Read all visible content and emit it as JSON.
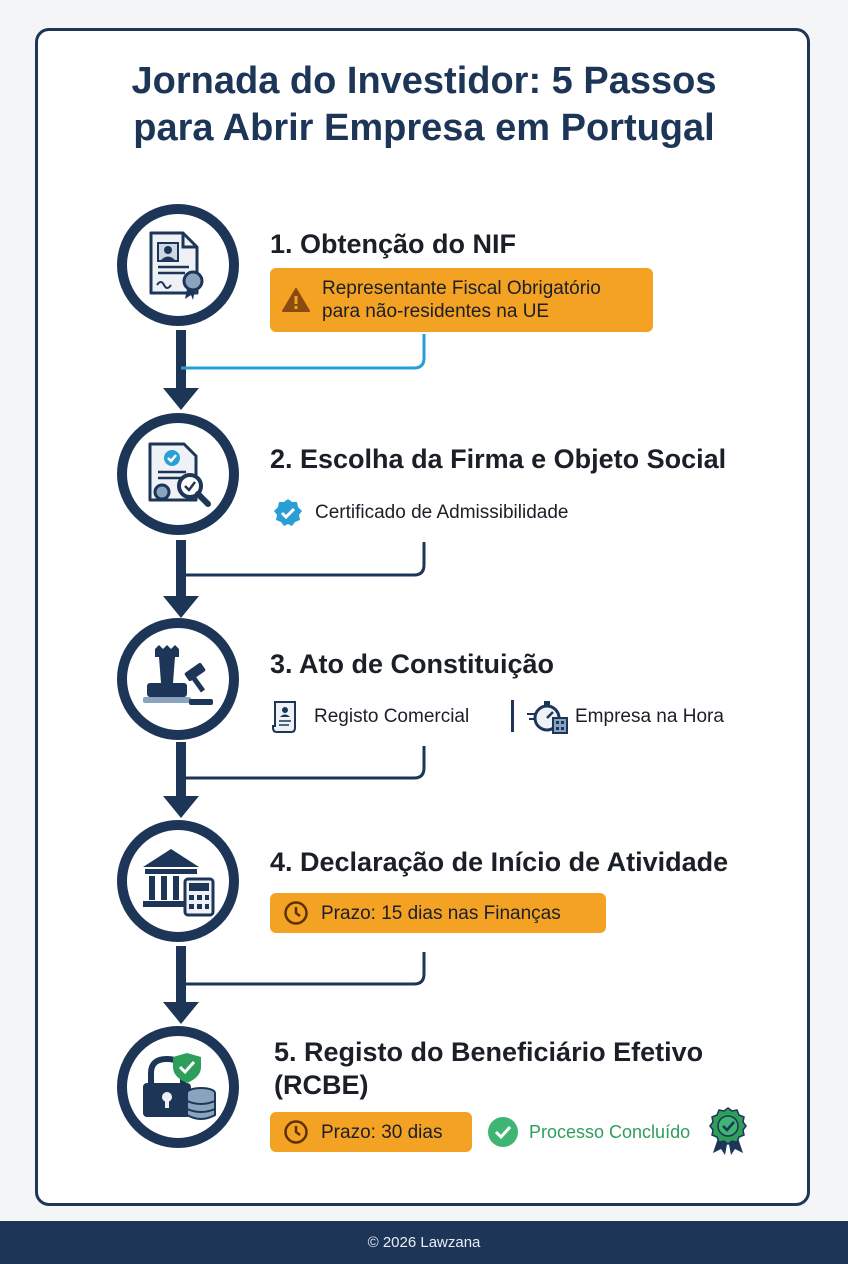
{
  "title": {
    "line1": "Jornada do Investidor: 5 Passos",
    "line2": "para Abrir Empresa em Portugal"
  },
  "steps": [
    {
      "title": "1. Obtenção do NIF",
      "icon": "document-certificate-icon",
      "note_line1": "Representante Fiscal Obrigatório",
      "note_line2": "para não-residentes na UE",
      "note_icon": "warning-icon"
    },
    {
      "title": "2. Escolha da Firma e Objeto Social",
      "icon": "document-search-icon",
      "badge": "Certificado de Admissibilidade",
      "badge_icon": "verified-check-icon"
    },
    {
      "title": "3. Ato de Constituição",
      "icon": "stamp-gavel-icon",
      "option1": "Registo Comercial",
      "option1_icon": "scroll-document-icon",
      "option2": "Empresa na Hora",
      "option2_icon": "stopwatch-building-icon"
    },
    {
      "title": "4. Declaração de Início de Atividade",
      "icon": "bank-calculator-icon",
      "deadline": "Prazo: 15 dias nas Finanças",
      "deadline_icon": "clock-icon"
    },
    {
      "title_line1": "5. Registo do Beneficiário Efetivo",
      "title_line2": "(RCBE)",
      "icon": "lock-database-icon",
      "deadline": "Prazo: 30 dias",
      "deadline_icon": "clock-icon",
      "status": "Processo Concluído",
      "status_icon": "check-circle-icon",
      "award_icon": "award-ribbon-icon"
    }
  ],
  "footer": "© 2026 Lawzana",
  "colors": {
    "navy": "#1d3557",
    "orange": "#f4a224",
    "accent_blue": "#2a9fd6",
    "green": "#2e9e5b"
  }
}
